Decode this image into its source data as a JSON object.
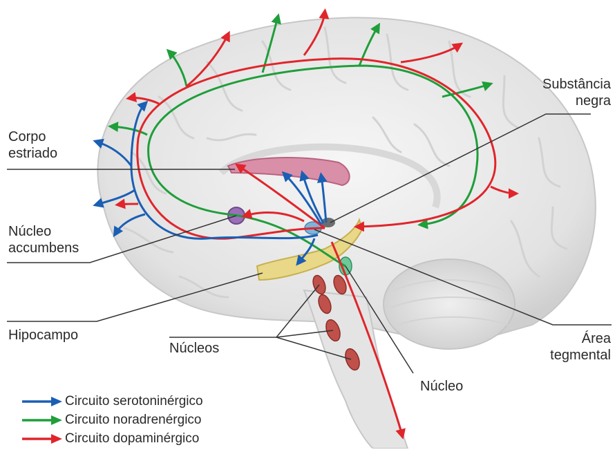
{
  "labels": {
    "corpo_estriado": [
      "Corpo",
      "estriado"
    ],
    "substancia_negra": [
      "Substância",
      "negra"
    ],
    "nucleo_accumbens": [
      "Núcleo",
      "accumbens"
    ],
    "hipocampo": "Hipocampo",
    "nucleos": "Núcleos",
    "nucleo": "Núcleo",
    "area_tegmental": [
      "Área",
      "tegmental"
    ]
  },
  "legend": [
    {
      "label": "Circuito serotoninérgico",
      "color": "#1a5fb4"
    },
    {
      "label": "Circuito noradrenérgico",
      "color": "#1f9e3a"
    },
    {
      "label": "Circuito dopaminérgico",
      "color": "#e0252b"
    }
  ],
  "colors": {
    "serotonin": "#1a5fb4",
    "noradrenaline": "#1f9e3a",
    "dopamine": "#e0252b",
    "brain": "#e9e9e9",
    "striatum": "#d98fa8",
    "hippocampus": "#e8d888",
    "raphe": "#c0504a"
  }
}
